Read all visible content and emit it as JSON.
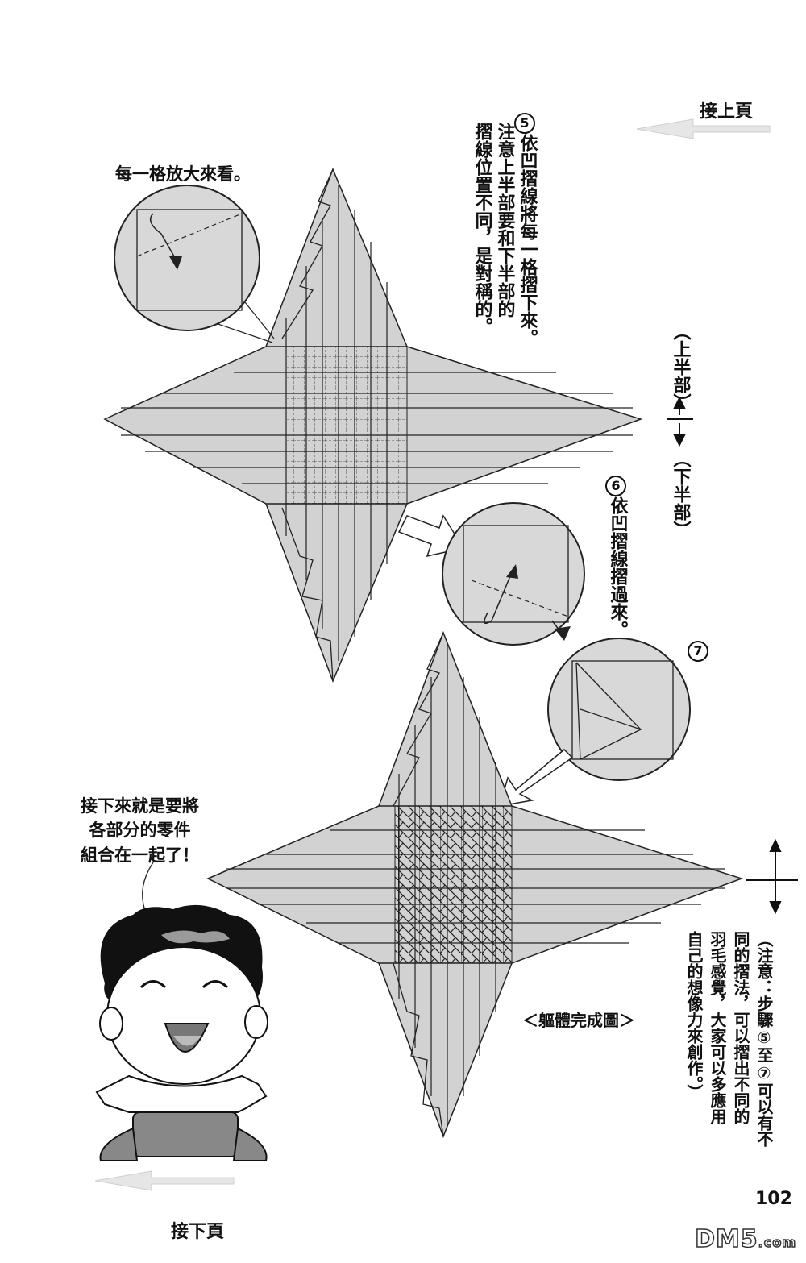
{
  "nav": {
    "prev_page": "接上頁",
    "next_page": "接下頁"
  },
  "page_number": "102",
  "steps": {
    "zoom_caption": "每一格放大來看。",
    "step5_num": "5",
    "step5_text": [
      "依凹摺線將每一格摺下來。",
      "注意上半部要和下半部的",
      "摺線位置不同，是對稱的。"
    ],
    "step6_num": "6",
    "step6_text": "依凹摺線摺過來。",
    "step7_num": "7"
  },
  "side_labels": {
    "upper_half": "（上半部）",
    "lower_half": "（下半部）"
  },
  "speech": {
    "lines": [
      "接下來就是要將",
      "各部分的零件",
      "組合在一起了！"
    ]
  },
  "finished_caption": "＜軀體完成圖＞",
  "note": {
    "lines": [
      "（注意：步驟⑤至⑦可以有不",
      "同的摺法，可以摺出不同的",
      "羽毛感覺，大家可以多應用",
      "自己的想像力來創作。）"
    ]
  },
  "watermark": {
    "brand": "DM5",
    "suffix": ".com"
  },
  "colors": {
    "paper": "#d2d2d2",
    "line": "#222222",
    "background": "#ffffff"
  }
}
